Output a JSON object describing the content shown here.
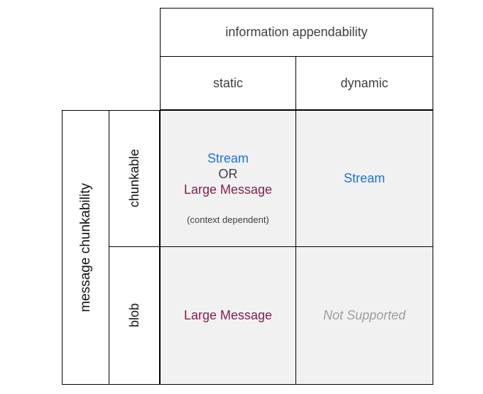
{
  "matrix": {
    "column_axis": {
      "title": "information appendability",
      "options": [
        {
          "label": "static"
        },
        {
          "label": "dynamic"
        }
      ]
    },
    "row_axis": {
      "title": "message chunkability",
      "options": [
        {
          "label": "chunkable"
        },
        {
          "label": "blob"
        }
      ]
    },
    "cells": {
      "chunkable_static": {
        "option_a": "Stream",
        "conjunction": "OR",
        "option_b": "Large Message",
        "note": "(context dependent)"
      },
      "chunkable_dynamic": {
        "label": "Stream"
      },
      "blob_static": {
        "label": "Large Message"
      },
      "blob_dynamic": {
        "label": "Not Supported"
      }
    },
    "colors": {
      "stream_text": "#1a73e8",
      "large_message_text": "#7d1f4e",
      "not_supported_text": "#9e9e9e",
      "header_text": "#3c4043",
      "row_label_text": "#111111",
      "cell_background": "#f1f1f1",
      "border": "#000000"
    }
  }
}
